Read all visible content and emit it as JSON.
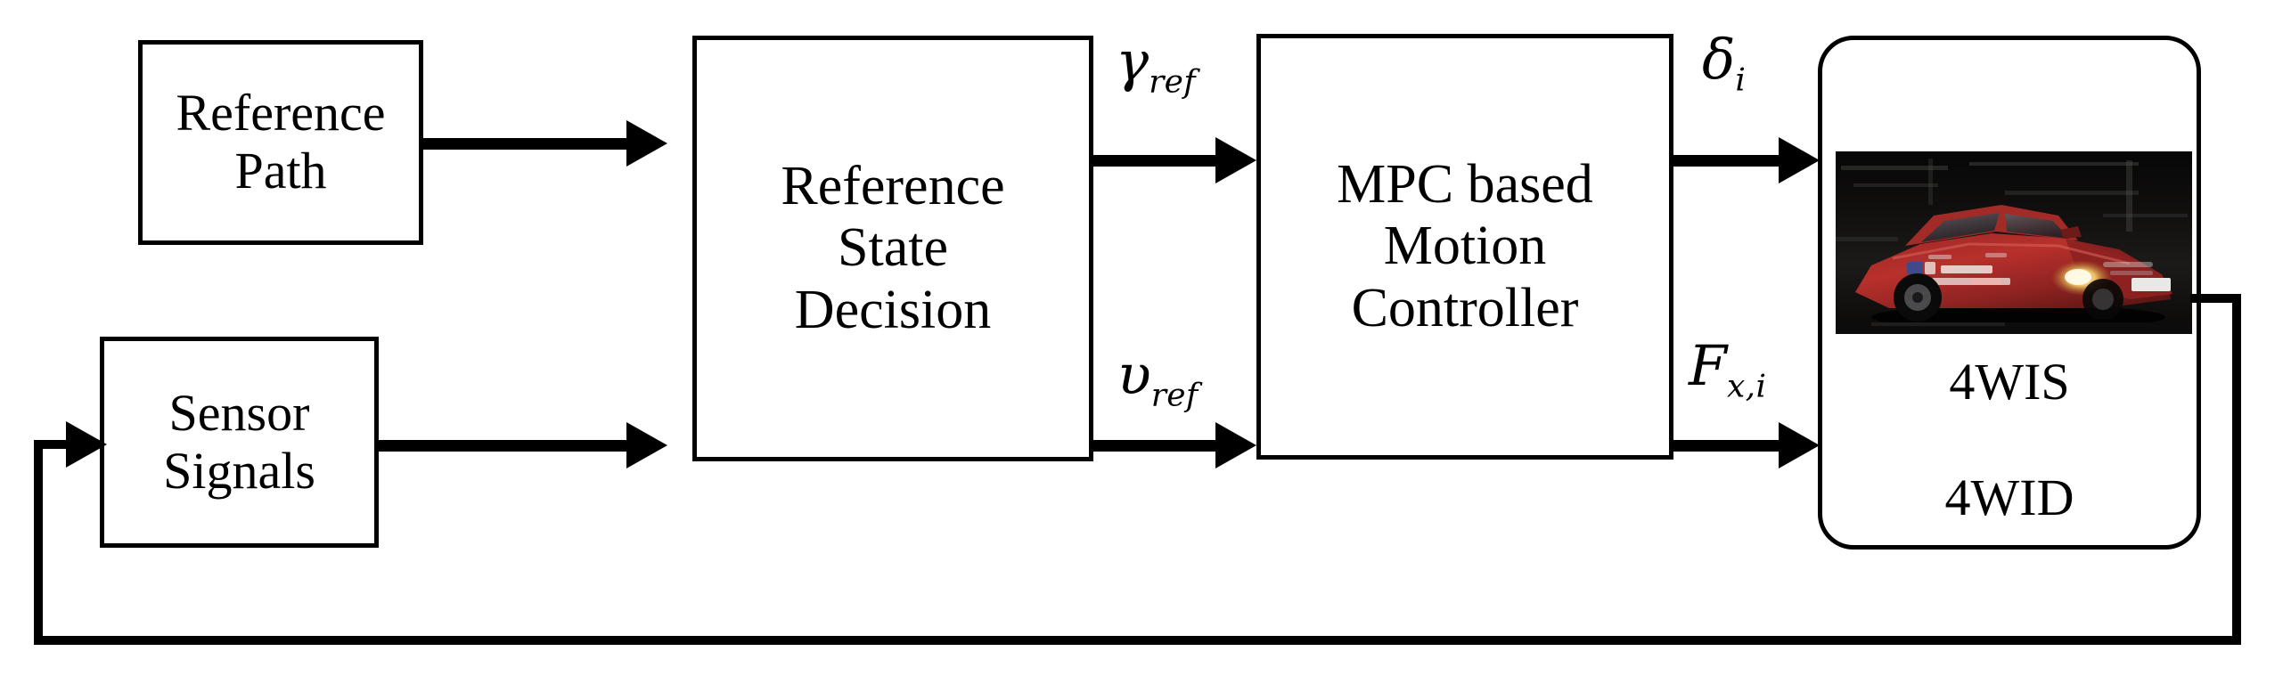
{
  "figure": {
    "type": "block-diagram",
    "title": "4WIS/4WID vehicle path-tracking control architecture",
    "background_color": "#ffffff",
    "line_color": "#000000"
  },
  "blocks": {
    "reference_path": {
      "name": "reference-path",
      "lines": [
        "Reference",
        "Path"
      ],
      "shape": "rectangle"
    },
    "sensor_signals": {
      "name": "sensor-signals",
      "lines": [
        "Sensor",
        "Signals"
      ],
      "shape": "rectangle"
    },
    "reference_state_decision": {
      "name": "reference-state-decision",
      "lines": [
        "Reference",
        "State",
        "Decision"
      ],
      "shape": "rectangle"
    },
    "mpc_controller": {
      "name": "mpc-based-motion-controller",
      "lines": [
        "MPC based",
        "Motion",
        "Controller"
      ],
      "shape": "rectangle"
    },
    "vehicle": {
      "name": "vehicle-plant",
      "lines": [
        "4WIS",
        "4WID"
      ],
      "shape": "rounded-rectangle",
      "photo_alt": "red electric sedan test vehicle"
    }
  },
  "signals": {
    "gamma_ref": {
      "symbol": "γ",
      "subscript": "ref",
      "from": "reference-state-decision",
      "to": "mpc-based-motion-controller"
    },
    "v_ref": {
      "symbol": "υ",
      "subscript": "ref",
      "from": "reference-state-decision",
      "to": "mpc-based-motion-controller"
    },
    "delta_i": {
      "symbol": "δ",
      "subscript": "i",
      "from": "mpc-based-motion-controller",
      "to": "vehicle-plant"
    },
    "fx_i": {
      "symbol": "F",
      "subscript": "x,i",
      "from": "mpc-based-motion-controller",
      "to": "vehicle-plant"
    }
  },
  "connections": [
    {
      "name": "reference-path-to-reference-state-decision",
      "labeled": false
    },
    {
      "name": "sensor-signals-to-reference-state-decision",
      "labeled": false
    },
    {
      "name": "reference-state-decision-to-mpc-gamma",
      "labeled": true
    },
    {
      "name": "reference-state-decision-to-mpc-v",
      "labeled": true
    },
    {
      "name": "mpc-to-vehicle-delta",
      "labeled": true
    },
    {
      "name": "mpc-to-vehicle-force",
      "labeled": true
    },
    {
      "name": "vehicle-feedback-to-sensor-signals",
      "labeled": false
    }
  ]
}
